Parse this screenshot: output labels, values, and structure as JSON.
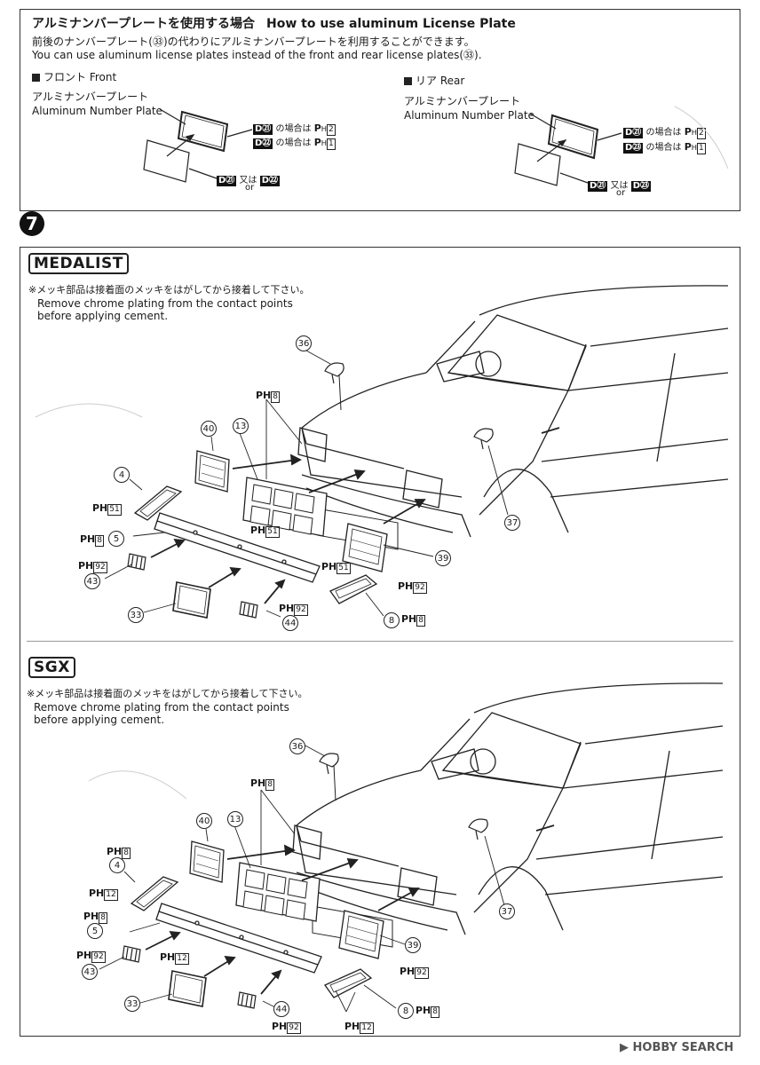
{
  "plate_box": {
    "title_jp": "アルミナンバープレートを使用する場合",
    "title_en": "How to use aluminum License Plate",
    "desc_jp": "前後のナンバープレート(㉝)の代わりにアルミナンバープレートを利用することができます。",
    "desc_en": "You can use aluminum license plates instead of the front and rear license plates(㉝).",
    "front": {
      "heading": "フロント Front",
      "label_jp": "アルミナンバープレート",
      "label_en": "Aluminum Number Plate",
      "case1": "の場合は",
      "case1_d": "D㉑",
      "case1_p": "2",
      "case2": "の場合は",
      "case2_d": "D㉒",
      "case2_p": "1",
      "or_jp": "又は",
      "or_en": "or",
      "opt1": "D㉑",
      "opt2": "D㉒"
    },
    "rear": {
      "heading": "リア Rear",
      "label_jp": "アルミナンバープレート",
      "label_en": "Aluminum Number Plate",
      "case1": "の場合は",
      "case1_d": "D㉑",
      "case1_p": "2",
      "case2": "の場合は",
      "case2_d": "D㉓",
      "case2_p": "1",
      "or_jp": "又は",
      "or_en": "or",
      "opt1": "D㉑",
      "opt2": "D㉓"
    }
  },
  "step": {
    "number": "7",
    "medalist": {
      "badge": "MEDALIST",
      "note_jp": "※メッキ部品は接着面のメッキをはがしてから接着して下さい。",
      "note_en1": "Remove chrome plating from the contact points",
      "note_en2": "before applying cement."
    },
    "sgx": {
      "badge": "SGX",
      "note_jp": "※メッキ部品は接着面のメッキをはがしてから接着して下さい。",
      "note_en1": "Remove chrome plating from the contact points",
      "note_en2": "before applying cement."
    }
  },
  "parts": {
    "p36": "36",
    "p40": "40",
    "p13": "13",
    "p4": "4",
    "p5": "5",
    "p43": "43",
    "p33": "33",
    "p44": "44",
    "p8": "8",
    "p39": "39",
    "p37": "37"
  },
  "ph_codes": {
    "ph8": "8",
    "ph51": "51",
    "ph92": "92",
    "ph12": "12",
    "prefix": "PH"
  },
  "watermark": "HOBBY SEARCH"
}
